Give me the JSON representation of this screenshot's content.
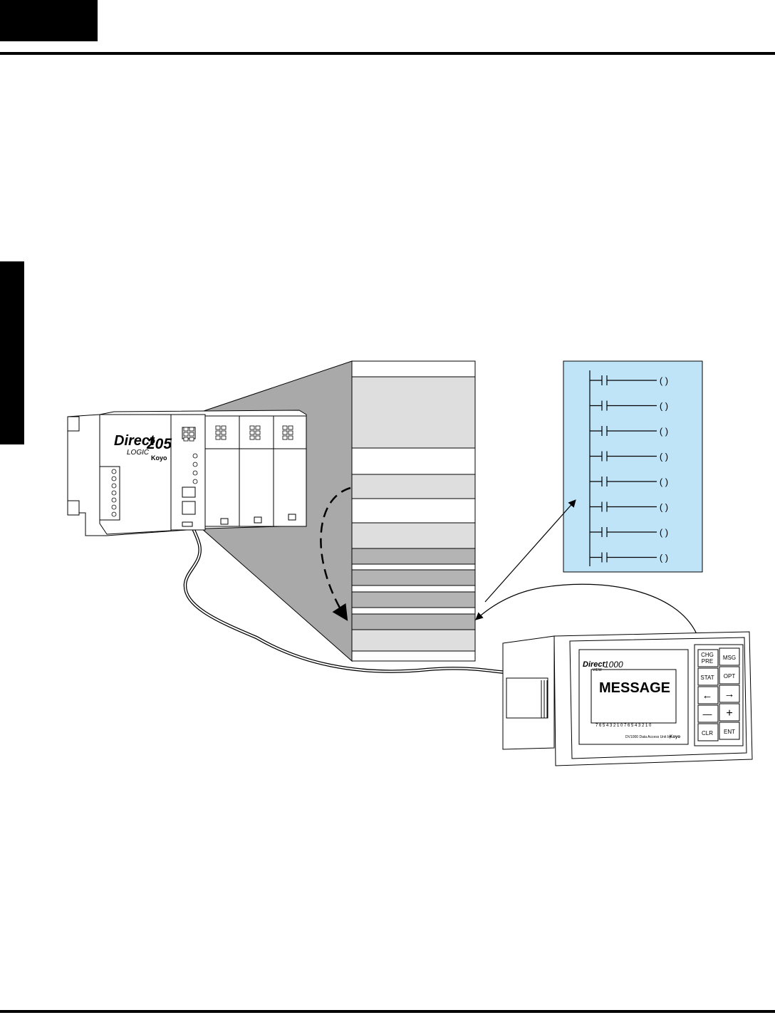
{
  "plc": {
    "brand": "Direct",
    "model_word": "LOGIC",
    "model_number": "205",
    "maker": "Koyo"
  },
  "dv1000": {
    "brand": "Direct",
    "sub": "VIEW",
    "model": "1000",
    "display_text": "MESSAGE",
    "bit_numbers": "7 6 5 4 3 2 1 0 7 6 5 4 3 2 1 0",
    "footer_text": "DV1000 Data Access Unit by",
    "footer_maker": "Koyo",
    "keys": {
      "chg_line1": "CHG",
      "chg_line2": "PRE",
      "msg": "MSG",
      "stat": "STAT",
      "opt": "OPT",
      "left": "←",
      "right": "→",
      "minus": "—",
      "plus": "+",
      "clr": "CLR",
      "ent": "ENT"
    }
  },
  "ladder": {
    "rung_count": 8,
    "coil_symbol": "( )"
  },
  "colors": {
    "ladder_bg": "#bfe3f7",
    "memory_light": "#dedede",
    "memory_dark": "#b4b4b4",
    "zoom_cone": "#a9a9a9"
  }
}
